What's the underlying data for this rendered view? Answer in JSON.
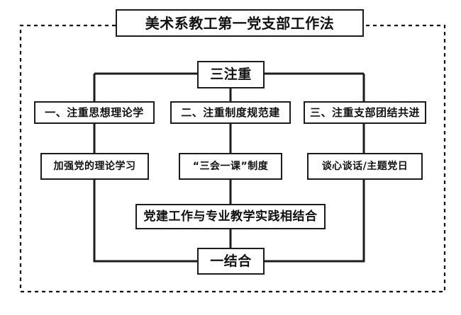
{
  "diagram": {
    "type": "flowchart",
    "title_box": {
      "label": "美术系教工第一党支部工作法"
    },
    "hub_top": {
      "label": "三注重"
    },
    "hub_bottom": {
      "label": "一结合"
    },
    "pillars": [
      {
        "label": "一、注重思想理论学"
      },
      {
        "label": "二、注重制度规范建"
      },
      {
        "label": "三、注重支部团结共进"
      }
    ],
    "measures": [
      {
        "label": "加强党的理论学习"
      },
      {
        "label": "“三会一课”制度"
      },
      {
        "label": "谈心谈话/主题党日"
      }
    ],
    "combine_box": {
      "label": "党建工作与专业教学实践相结合"
    },
    "colors": {
      "stroke": "#1c1c1c",
      "text": "#111111",
      "background": "#ffffff",
      "frame": "#111111"
    }
  }
}
